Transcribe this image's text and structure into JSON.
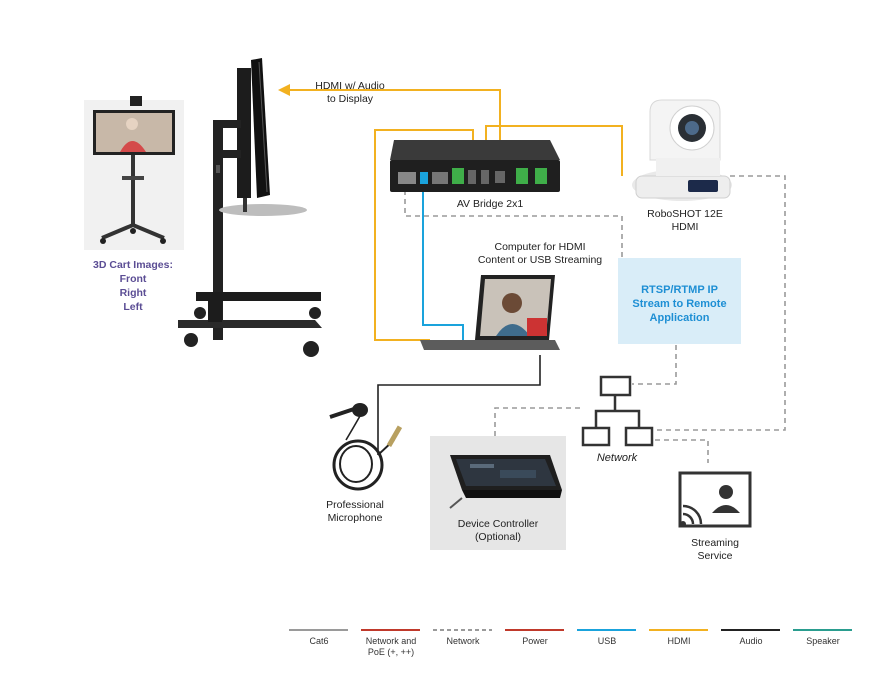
{
  "labels": {
    "hdmi_audio": "HDMI w/ Audio\nto Display",
    "av_bridge": "AV Bridge 2x1",
    "camera": "RoboSHOT 12E\nHDMI",
    "computer": "Computer for HDMI\nContent or USB Streaming",
    "rtsp": "RTSP/RTMP IP\nStream to Remote\nApplication",
    "network": "Network",
    "microphone": "Professional\nMicrophone",
    "controller": "Device Controller\n(Optional)",
    "streaming": "Streaming\nService",
    "cart_title": "3D Cart Images:",
    "cart_views": [
      "Front",
      "Right",
      "Left"
    ]
  },
  "legend": [
    {
      "label": "Cat6",
      "color": "#9a9a9a",
      "style": "solid"
    },
    {
      "label": "Network and\nPoE (+, ++)",
      "color": "#c0392b",
      "style": "solid"
    },
    {
      "label": "Network",
      "color": "#9a9a9a",
      "style": "dashed"
    },
    {
      "label": "Power",
      "color": "#c0392b",
      "style": "solid"
    },
    {
      "label": "USB",
      "color": "#1aa3dc",
      "style": "solid"
    },
    {
      "label": "HDMI",
      "color": "#f2b120",
      "style": "solid"
    },
    {
      "label": "Audio",
      "color": "#222222",
      "style": "solid"
    },
    {
      "label": "Speaker",
      "color": "#2a9d8f",
      "style": "solid"
    }
  ],
  "colors": {
    "hdmi": "#f2b120",
    "usb": "#1aa3dc",
    "audio": "#222222",
    "network": "#9a9a9a",
    "accent": "#1e8fd4",
    "cart_title": "#5b4d94"
  }
}
